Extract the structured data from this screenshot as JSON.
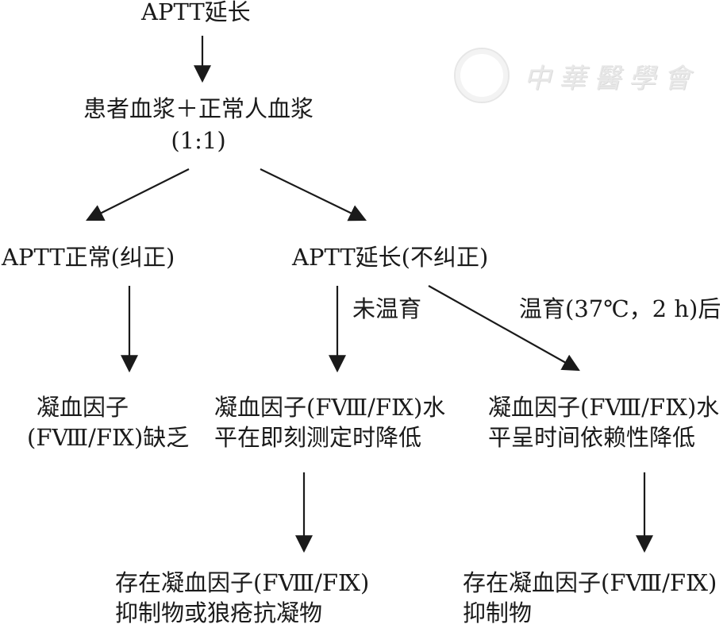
{
  "watermark": {
    "logo_text": "中華醫學會"
  },
  "nodes": {
    "start": "APTT延长",
    "mix_line1": "患者血浆＋正常人血浆",
    "mix_line2": "(1:1)",
    "corrected": "APTT正常(纠正)",
    "not_corrected": "APTT延长(不纠正)",
    "deficiency_line1": "凝血因子",
    "deficiency_line2": "(FⅧ/FⅨ)缺乏",
    "immediate_line1": "凝血因子(FⅧ/FⅨ)水",
    "immediate_line2": "平在即刻测定时降低",
    "time_dep_line1": "凝血因子(FⅧ/FⅨ)水",
    "time_dep_line2": "平呈时间依赖性降低",
    "result_left_line1": "存在凝血因子(FⅧ/FⅨ)",
    "result_left_line2": "抑制物或狼疮抗凝物",
    "result_right_line1": "存在凝血因子(FⅧ/FⅨ)",
    "result_right_line2": "抑制物"
  },
  "edge_labels": {
    "no_incubation": "未温育",
    "incubation": "温育(37℃，2 h)后"
  }
}
